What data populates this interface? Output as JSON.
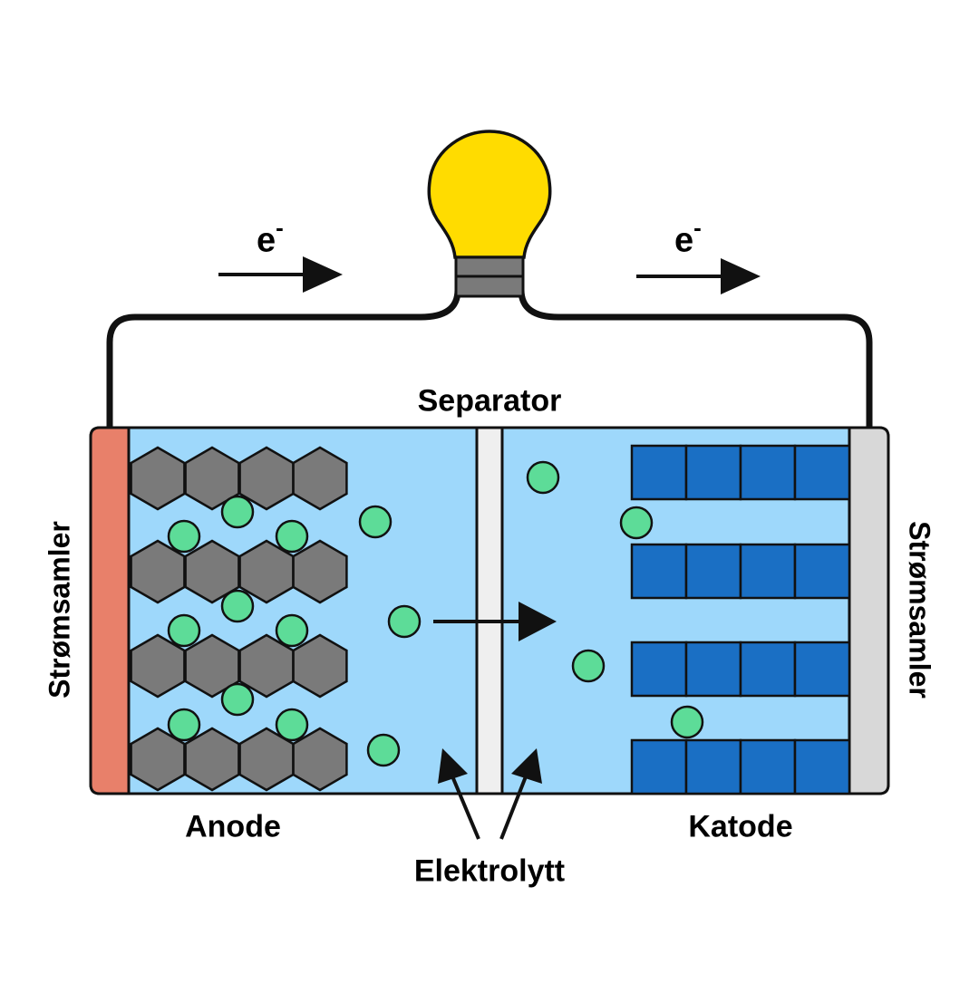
{
  "labels": {
    "separator": "Separator",
    "anode": "Anode",
    "cathode": "Katode",
    "electrolyte": "Elektrolytt",
    "current_collector_left": "Strømsamler",
    "current_collector_right": "Strømsamler",
    "electron_base": "e",
    "electron_charge": "-"
  },
  "colors": {
    "electrolyte": "#9ed8fb",
    "anode_collector": "#e8806a",
    "cathode_collector": "#d8d8d8",
    "separator": "#efefef",
    "anode_material": "#7a7a7a",
    "cathode_material": "#1a6fc4",
    "lithium_ion": "#5ddc98",
    "bulb": "#ffdc00",
    "bulb_base": "#7a7a7a"
  },
  "icons": [
    "light-bulb-icon",
    "arrow-right-icon",
    "arrow-up-icon"
  ]
}
